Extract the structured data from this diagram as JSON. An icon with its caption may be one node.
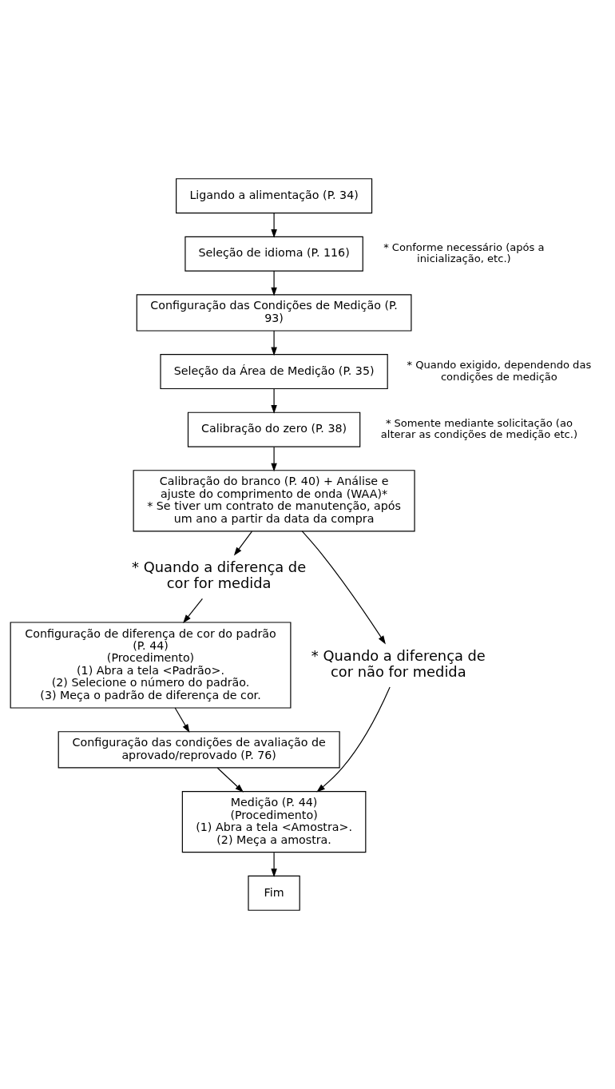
{
  "diagram": {
    "nodes": [
      {
        "text": [
          "Ligando a alimentação (P. 34)"
        ]
      },
      {
        "text": [
          "Seleção de idioma (P. 116)"
        ],
        "beside": [
          "* Conforme necessário (após a inicialização, etc.)"
        ]
      },
      {
        "text": [
          "Configuração das Condições de Medição (P. 93)"
        ]
      },
      {
        "text": [
          "Seleção da Área de Medição (P. 35)"
        ],
        "beside": [
          "* Quando exigido, dependendo das condições de medição"
        ]
      },
      {
        "text": [
          "Calibração do zero (P. 38)"
        ],
        "beside": [
          "* Somente mediante solicitação (ao alterar as condições de medição etc.)"
        ]
      },
      {
        "text": [
          "Calibração do branco (P. 40) + Análise e ajuste do comprimento de onda (WAA)*",
          "* Se tiver um contrato de manutenção, após um ano a partir da data da compra"
        ]
      },
      {
        "text": [
          "* Quando a diferença de cor for medida"
        ]
      },
      {
        "text": [
          "* Quando a diferença de cor não for medida"
        ]
      },
      {
        "text": [
          "Configuração de diferença de cor do padrão (P. 44)",
          "(Procedimento)",
          "(1) Abra a tela <Padrão>.",
          "(2) Selecione o número do padrão.",
          "(3) Meça o padrão de diferença de cor."
        ]
      },
      {
        "text": [
          "Configuração das condições de avaliação de aprovado/reprovado (P. 76)"
        ]
      },
      {
        "text": [
          "Medição (P. 44)",
          "(Procedimento)",
          "(1) Abra a tela <Amostra>.",
          "(2) Meça a amostra."
        ]
      },
      {
        "text": [
          "Fim"
        ]
      }
    ],
    "edges": [
      {
        "from": 0,
        "to": 1,
        "arrow": "to"
      },
      {
        "from": 1,
        "to": 2,
        "arrow": "to"
      },
      {
        "from": 2,
        "to": 3,
        "arrow": "to"
      },
      {
        "from": 3,
        "to": 4,
        "arrow": "to"
      },
      {
        "from": 4,
        "to": 5,
        "arrow": "to"
      },
      {
        "from": 5,
        "to": 6,
        "arrow": "to"
      },
      {
        "from": 5,
        "to": 7,
        "arrow": "to"
      },
      {
        "from": 6,
        "to": 8,
        "arrow": "to"
      },
      {
        "from": 8,
        "to": 9,
        "arrow": "to"
      },
      {
        "from": 9,
        "to": 10,
        "arrow": "to"
      },
      {
        "from": 7,
        "to": 10,
        "arrow": "to"
      },
      {
        "from": 10,
        "to": 11,
        "arrow": "to"
      }
    ]
  }
}
